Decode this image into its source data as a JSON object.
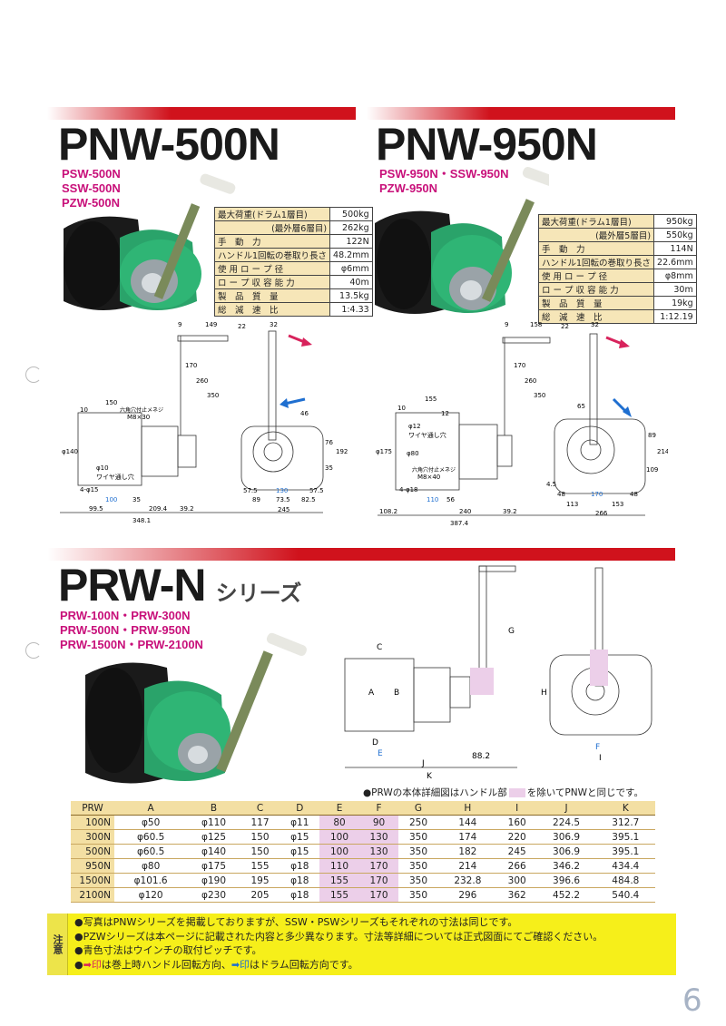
{
  "pnw500": {
    "title": "PNW-500N",
    "subs": [
      "PSW-500N",
      "SSW-500N",
      "PZW-500N"
    ],
    "specs": [
      [
        "最大荷重(ドラム1層目)",
        "500kg"
      ],
      [
        "(最外層6層目)",
        "262kg"
      ],
      [
        "手　動　力",
        "122N"
      ],
      [
        "ハンドル1回転の巻取り長さ",
        "48.2mm"
      ],
      [
        "使 用 ロ ー プ 径",
        "φ6mm"
      ],
      [
        "ロ ー プ 収 容 能 力",
        "40m"
      ],
      [
        "製　品　質　量",
        "13.5kg"
      ],
      [
        "総　減　速　比",
        "1:4.33"
      ]
    ],
    "dims": [
      "9",
      "149",
      "22",
      "32",
      "170",
      "260",
      "350",
      "150",
      "10",
      "六角穴付止メネジ",
      "M8×30",
      "46",
      "φ140",
      "φ10",
      "ワイヤ通し穴",
      "4-φ15",
      "100",
      "35",
      "99.5",
      "209.4",
      "39.2",
      "348.1",
      "57.5",
      "130",
      "57.5",
      "89",
      "73.5",
      "82.5",
      "245",
      "76",
      "192",
      "35"
    ]
  },
  "pnw950": {
    "title": "PNW-950N",
    "subs": [
      "PSW-950N・SSW-950N",
      "PZW-950N"
    ],
    "specs": [
      [
        "最大荷重(ドラム1層目)",
        "950kg"
      ],
      [
        "(最外層5層目)",
        "550kg"
      ],
      [
        "手　動　力",
        "114N"
      ],
      [
        "ハンドル1回転の巻取り長さ",
        "22.6mm"
      ],
      [
        "使 用 ロ ー プ 径",
        "φ8mm"
      ],
      [
        "ロ ー プ 収 容 能 力",
        "30m"
      ],
      [
        "製　品　質　量",
        "19kg"
      ],
      [
        "総　減　速　比",
        "1:12.19"
      ]
    ],
    "dims": [
      "9",
      "158",
      "22",
      "32",
      "170",
      "260",
      "350",
      "155",
      "10",
      "φ12",
      "φ175",
      "ワイヤ通し穴",
      "φ80",
      "12",
      "六角穴付止メネジ",
      "M8×40",
      "4-φ18",
      "110",
      "56",
      "108.2",
      "240",
      "39.2",
      "387.4",
      "65",
      "48",
      "170",
      "48",
      "113",
      "153",
      "266",
      "89",
      "214",
      "109",
      "4.5"
    ]
  },
  "prw": {
    "title": "PRW-N",
    "series": "シリーズ",
    "subs": [
      "PRW-100N・PRW-300N",
      "PRW-500N・PRW-950N",
      "PRW-1500N・PRW-2100N"
    ],
    "dims": [
      "C",
      "A",
      "B",
      "D",
      "E",
      "J",
      "88.2",
      "K",
      "G",
      "H",
      "F",
      "I"
    ],
    "note": "●PRWの本体詳細図はハンドル部",
    "note2": "を除いてPNWと同じです。",
    "headers": [
      "PRW",
      "A",
      "B",
      "C",
      "D",
      "E",
      "F",
      "G",
      "H",
      "I",
      "J",
      "K"
    ],
    "rows": [
      [
        "100N",
        "φ50",
        "φ110",
        "117",
        "φ11",
        "80",
        "90",
        "250",
        "144",
        "160",
        "224.5",
        "312.7"
      ],
      [
        "300N",
        "φ60.5",
        "φ125",
        "150",
        "φ15",
        "100",
        "130",
        "350",
        "174",
        "220",
        "306.9",
        "395.1"
      ],
      [
        "500N",
        "φ60.5",
        "φ140",
        "150",
        "φ15",
        "100",
        "130",
        "350",
        "182",
        "245",
        "306.9",
        "395.1"
      ],
      [
        "950N",
        "φ80",
        "φ175",
        "155",
        "φ18",
        "110",
        "170",
        "350",
        "214",
        "266",
        "346.2",
        "434.4"
      ],
      [
        "1500N",
        "φ101.6",
        "φ190",
        "195",
        "φ18",
        "155",
        "170",
        "350",
        "232.8",
        "300",
        "396.6",
        "484.8"
      ],
      [
        "2100N",
        "φ120",
        "φ230",
        "205",
        "φ18",
        "155",
        "170",
        "350",
        "296",
        "362",
        "452.2",
        "540.4"
      ]
    ]
  },
  "notes": {
    "label": "注意",
    "items": [
      "●写真はPNWシリーズを掲載しておりますが、SSW・PSWシリーズもそれぞれの寸法は同じです。",
      "●PZWシリーズは本ページに記載された内容と多少異なります。寸法等詳細については正式図面にてご確認ください。",
      "●青色寸法はウインチの取付ピッチです。"
    ],
    "arrow_note": [
      "●",
      "➡印",
      "は巻上時ハンドル回転方向、",
      "➡印",
      "はドラム回転方向です。"
    ]
  },
  "page_number": "6"
}
